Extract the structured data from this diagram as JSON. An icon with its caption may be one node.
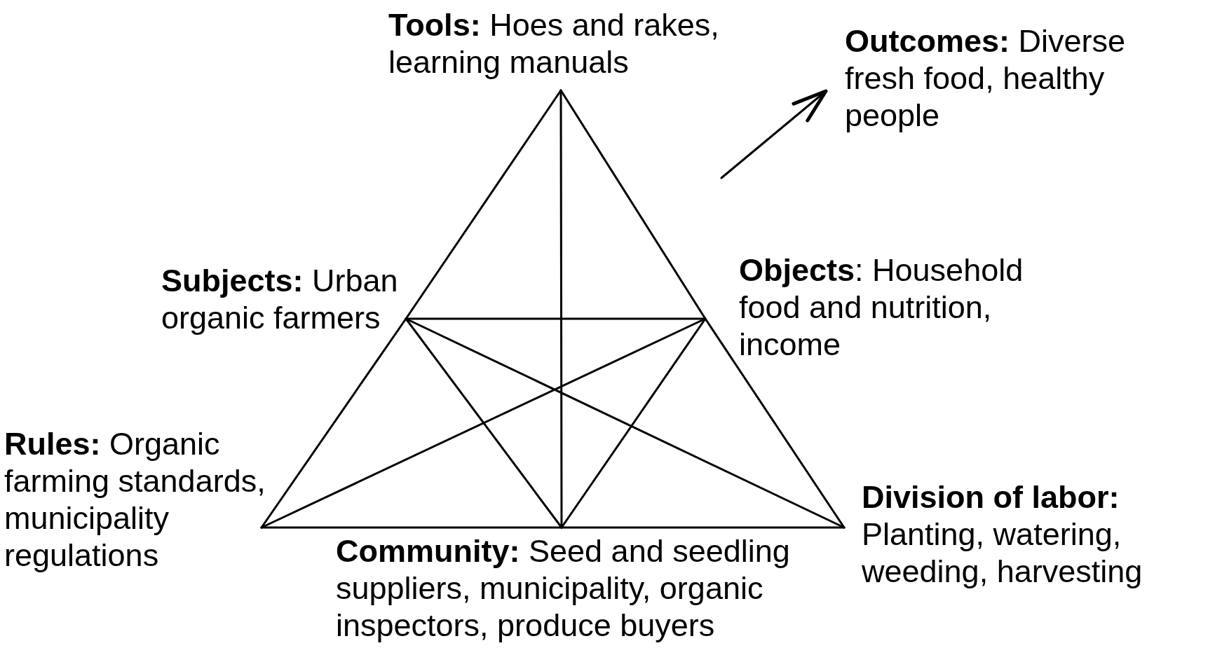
{
  "diagram": {
    "nodes": [
      {
        "text": [
          "**Tools:** Hoes and rakes, learning manuals"
        ]
      },
      {
        "text": [
          "**Outcomes:** Diverse fresh food, healthy people"
        ]
      },
      {
        "text": [
          "**Subjects:** Urban organic farmers"
        ]
      },
      {
        "text": [
          "**Objects**: Household food and nutrition, income"
        ]
      },
      {
        "text": [
          "**Rules:** Organic farming standards, municipality regulations"
        ]
      },
      {
        "text": [
          "**Division of labor:** Planting, watering, weeding, harvesting"
        ]
      },
      {
        "text": [
          "**Community:** Seed and seedling suppliers, municipality, organic inspectors, produce buyers"
        ]
      }
    ],
    "edges": [
      {
        "from": 0,
        "to": 2,
        "arrow": "none"
      },
      {
        "from": 2,
        "to": 4,
        "arrow": "none"
      },
      {
        "from": 0,
        "to": 3,
        "arrow": "none"
      },
      {
        "from": 3,
        "to": 5,
        "arrow": "none"
      },
      {
        "from": 4,
        "to": 6,
        "arrow": "none"
      },
      {
        "from": 6,
        "to": 5,
        "arrow": "none"
      },
      {
        "from": 0,
        "to": 6,
        "arrow": "none"
      },
      {
        "from": 2,
        "to": 3,
        "arrow": "none"
      },
      {
        "from": 2,
        "to": 6,
        "arrow": "none"
      },
      {
        "from": 3,
        "to": 6,
        "arrow": "none"
      },
      {
        "from": 2,
        "to": 5,
        "arrow": "none"
      },
      {
        "from": 3,
        "to": 4,
        "arrow": "none"
      },
      {
        "from": null,
        "to": 1,
        "arrow": "to"
      }
    ]
  }
}
